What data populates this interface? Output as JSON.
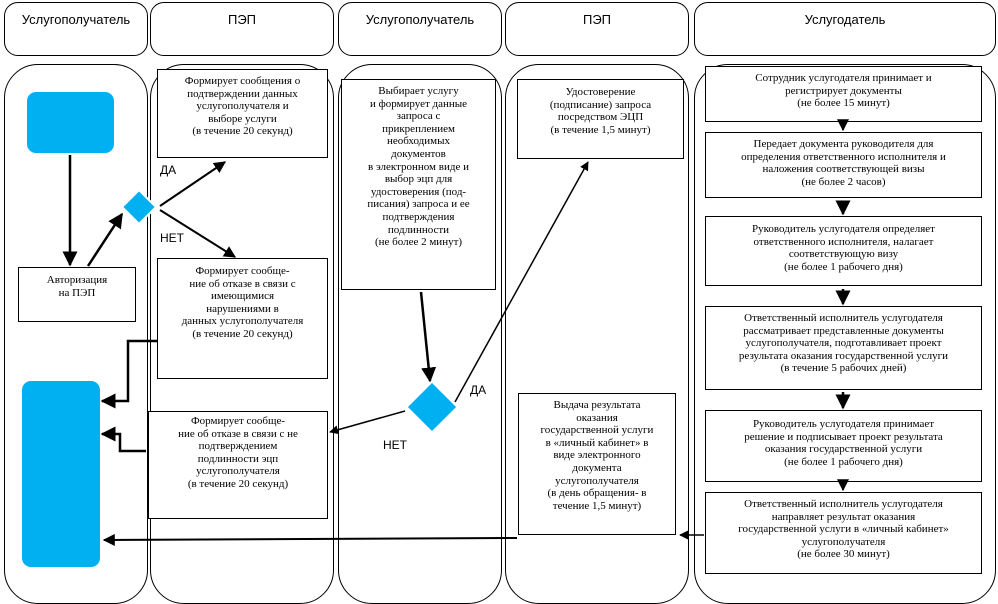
{
  "lanes": [
    {
      "title": "Услугополучатель"
    },
    {
      "title": "ПЭП"
    },
    {
      "title": "Услугополучатель"
    },
    {
      "title": "ПЭП"
    },
    {
      "title": "Услугодатель"
    }
  ],
  "boxes": {
    "authorization": "Авторизация\nна ПЭП",
    "confirm_message": "Формирует сообщения о\nподтверждении данных\nуслугополучателя  и\nвыборе услуги\n(в течение 20 секунд)",
    "refusal_violations": "Формирует сообще-\nние об отказе в связи с\nимеющимися\nнарушениями в\nданных услугополучателя\n(в течение 20 секунд)",
    "refusal_eds": "Формирует сообще-\nние об отказе в связи с не\nподтверждением\nподлинности эцп\nуслугополучателя\n(в течение 20 секунд)",
    "select_service": "Выбирает услугу\nи формирует данные\nзапроса с\nприкреплением\nнеобходимых\nдокументов\nв электронном виде и\nвыбор эцп для\nудостоверения (под-\nписания) запроса и ее\nподтверждения\nподлинности\n(не более 2 минут)",
    "sign_request": "Удостоверение\n(подписание) запроса\nпосредством ЭЦП\n(в течение 1,5 минут)",
    "issue_result": "Выдача результата\nоказания\nгосударственной услуги\nв «личный кабинет»  в\nвиде электронного\nдокумента\nуслугополучателя\n(в день обращения- в\nтечение 1,5 минут)",
    "step1": "Сотрудник услугодателя принимает и\nрегистрирует документы\n(не более 15 минут)",
    "step2": "Передает документа руководителя для\nопределения ответственного исполнителя и\nналожения соответствующей визы\n(не более 2 часов)",
    "step3": "Руководитель услугодателя определяет\nответственного исполнителя, налагает\nсоответствующую визу\n(не более 1 рабочего дня)",
    "step4": "Ответственный исполнитель услугодателя\nрассматривает представленные документы\nуслугополучателя, подготавливает проект\nрезультата оказания государственной услуги\n(в течение 5 рабочих дней)",
    "step5": "Руководитель услугодателя принимает\nрешение и подписывает проект результата\nоказания государственной услуги\n(не более 1 рабочего дня)",
    "step6": "Ответственный исполнитель услугодателя\nнаправляет результат оказания\nгосударственной услуги в «личный кабинет»\nуслугополучателя\n(не более 30 минут)"
  },
  "labels": {
    "yes1": "ДА",
    "no1": "НЕТ",
    "yes2": "ДА",
    "no2": "НЕТ"
  },
  "colors": {
    "terminal": "#00b0f0",
    "line": "#000000"
  }
}
